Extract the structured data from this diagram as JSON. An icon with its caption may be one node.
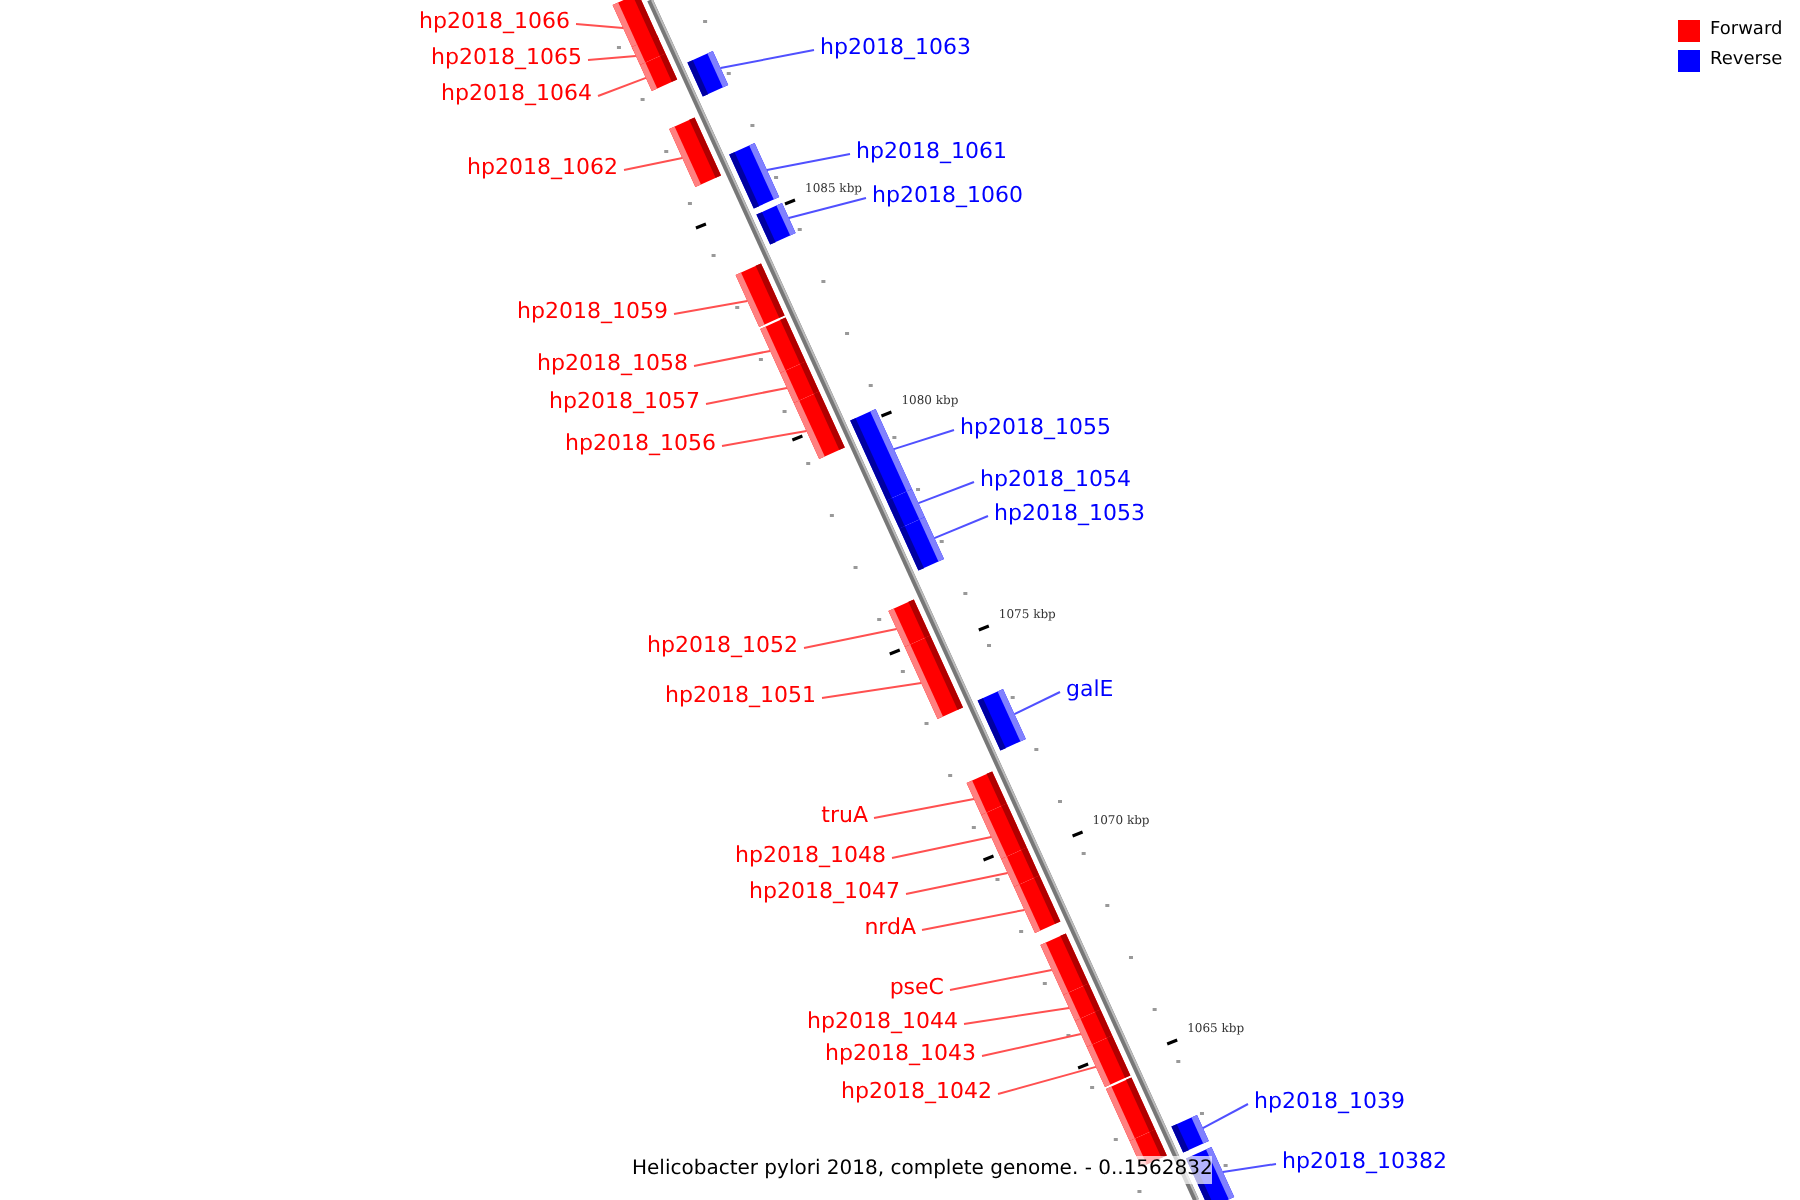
{
  "diagram": {
    "caption": "Helicobacter pylori 2018, complete genome. - 0..1562832",
    "nodes": [
      {
        "text": [
          "hp2018_1066"
        ]
      },
      {
        "text": [],
        "shape": "box"
      },
      {
        "text": [
          "hp2018_1065"
        ]
      },
      {
        "text": [],
        "shape": "box"
      },
      {
        "text": [
          "hp2018_1064"
        ]
      },
      {
        "text": [],
        "shape": "box"
      },
      {
        "text": [
          "hp2018_1063"
        ]
      },
      {
        "text": [],
        "shape": "box"
      },
      {
        "text": [
          "hp2018_1062"
        ]
      },
      {
        "text": [],
        "shape": "box"
      },
      {
        "text": [
          "hp2018_1061"
        ]
      },
      {
        "text": [],
        "shape": "box"
      },
      {
        "text": [
          "hp2018_1060"
        ]
      },
      {
        "text": [],
        "shape": "box"
      },
      {
        "text": [
          "hp2018_1059"
        ]
      },
      {
        "text": [],
        "shape": "box"
      },
      {
        "text": [
          "hp2018_1058"
        ]
      },
      {
        "text": [],
        "shape": "box"
      },
      {
        "text": [
          "hp2018_1057"
        ]
      },
      {
        "text": [],
        "shape": "box"
      },
      {
        "text": [
          "hp2018_1056"
        ]
      },
      {
        "text": [],
        "shape": "box"
      },
      {
        "text": [
          "hp2018_1055"
        ]
      },
      {
        "text": [],
        "shape": "box"
      },
      {
        "text": [
          "hp2018_1054"
        ]
      },
      {
        "text": [],
        "shape": "box"
      },
      {
        "text": [
          "hp2018_1053"
        ]
      },
      {
        "text": [],
        "shape": "box"
      },
      {
        "text": [
          "hp2018_1052"
        ]
      },
      {
        "text": [],
        "shape": "box"
      },
      {
        "text": [
          "hp2018_1051"
        ]
      },
      {
        "text": [],
        "shape": "box"
      },
      {
        "text": [
          "galE"
        ]
      },
      {
        "text": [],
        "shape": "box"
      },
      {
        "text": [
          "truA"
        ]
      },
      {
        "text": [],
        "shape": "box"
      },
      {
        "text": [
          "hp2018_1048"
        ]
      },
      {
        "text": [],
        "shape": "box"
      },
      {
        "text": [
          "hp2018_1047"
        ]
      },
      {
        "text": [],
        "shape": "box"
      },
      {
        "text": [
          "nrdA"
        ]
      },
      {
        "text": [],
        "shape": "box"
      },
      {
        "text": [
          "pseC"
        ]
      },
      {
        "text": [],
        "shape": "box"
      },
      {
        "text": [
          "hp2018_1044"
        ]
      },
      {
        "text": [],
        "shape": "box"
      },
      {
        "text": [
          "hp2018_1043"
        ]
      },
      {
        "text": [],
        "shape": "box"
      },
      {
        "text": [
          "hp2018_1042"
        ]
      },
      {
        "text": [],
        "shape": "box"
      },
      {
        "text": [],
        "shape": "box"
      },
      {
        "text": [],
        "shape": "box"
      },
      {
        "text": [
          "hp2018_1039"
        ]
      },
      {
        "text": [],
        "shape": "box"
      },
      {
        "text": [
          "hp2018_10382"
        ]
      },
      {
        "text": [],
        "shape": "box"
      }
    ],
    "edges": [
      {
        "from": 0,
        "to": 1,
        "arrow": "none"
      },
      {
        "from": 2,
        "to": 3,
        "arrow": "none"
      },
      {
        "from": 4,
        "to": 5,
        "arrow": "none"
      },
      {
        "from": 6,
        "to": 7,
        "arrow": "none",
        "color": "#5050ff"
      },
      {
        "from": 8,
        "to": 9,
        "arrow": "none"
      },
      {
        "from": 10,
        "to": 11,
        "arrow": "none",
        "color": "#5050ff"
      },
      {
        "from": 12,
        "to": 13,
        "arrow": "none",
        "color": "#5050ff"
      },
      {
        "from": 14,
        "to": 15,
        "arrow": "none"
      },
      {
        "from": 16,
        "to": 17,
        "arrow": "none"
      },
      {
        "from": 18,
        "to": 19,
        "arrow": "none"
      },
      {
        "from": 20,
        "to": 21,
        "arrow": "none"
      },
      {
        "from": 22,
        "to": 23,
        "arrow": "none",
        "color": "#5050ff"
      },
      {
        "from": 24,
        "to": 25,
        "arrow": "none",
        "color": "#5050ff"
      },
      {
        "from": 26,
        "to": 27,
        "arrow": "none",
        "color": "#5050ff"
      },
      {
        "from": 28,
        "to": 29,
        "arrow": "none"
      },
      {
        "from": 30,
        "to": 31,
        "arrow": "none"
      },
      {
        "from": 32,
        "to": 33,
        "arrow": "none",
        "color": "#5050ff"
      },
      {
        "from": 34,
        "to": 35,
        "arrow": "none"
      },
      {
        "from": 36,
        "to": 37,
        "arrow": "none"
      },
      {
        "from": 38,
        "to": 39,
        "arrow": "none"
      },
      {
        "from": 40,
        "to": 41,
        "arrow": "none"
      },
      {
        "from": 42,
        "to": 43,
        "arrow": "none"
      },
      {
        "from": 44,
        "to": 45,
        "arrow": "none"
      },
      {
        "from": 46,
        "to": 47,
        "arrow": "none"
      },
      {
        "from": 48,
        "to": 49,
        "arrow": "none"
      },
      {
        "from": 52,
        "to": 53,
        "arrow": "none",
        "color": "#5050ff"
      },
      {
        "from": 54,
        "to": 55,
        "arrow": "none",
        "color": "#5050ff"
      }
    ],
    "labels": [
      "1085 kbp",
      "1080 kbp",
      "1075 kbp",
      "1070 kbp",
      "1065 kbp"
    ],
    "legend": [
      {
        "text": "Forward",
        "color": "#ff0000"
      },
      {
        "text": "Reverse",
        "color": "#0000ff"
      }
    ]
  }
}
